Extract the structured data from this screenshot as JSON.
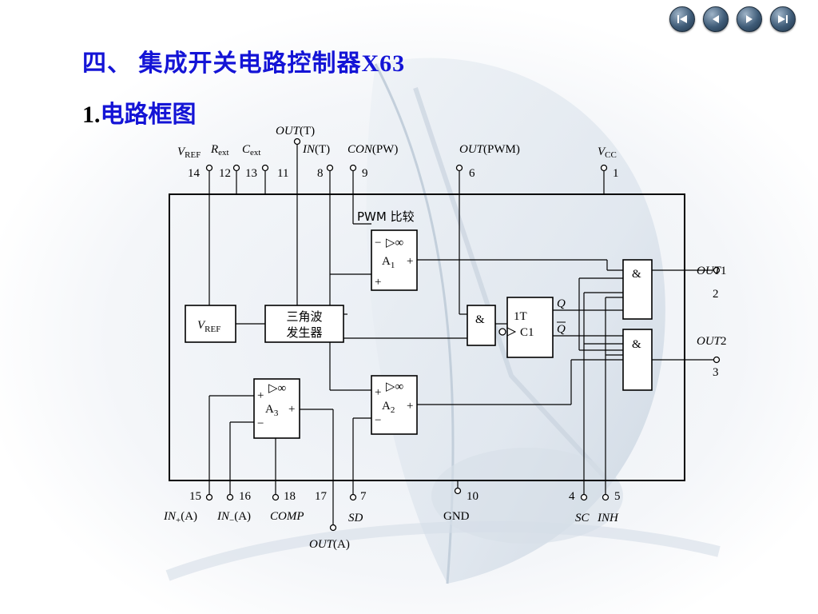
{
  "slide": {
    "title": "四、 集成开关电路控制器X63",
    "subtitle_num": "1.",
    "subtitle_text": "电路框图"
  },
  "nav": {
    "buttons": [
      "first-icon",
      "prev-icon",
      "next-icon",
      "last-icon"
    ]
  },
  "diagram": {
    "pins_top": {
      "p14": "14",
      "p12": "12",
      "p13": "13",
      "p11": "11",
      "p8": "8",
      "p9": "9",
      "p6": "6",
      "p1": "1",
      "vref_main": "V",
      "vref_sub": "REF",
      "rext_main": "R",
      "rext_sub": "ext",
      "cext_main": "C",
      "cext_sub": "ext",
      "outt_it": "OUT",
      "outt_rest": "(T)",
      "int_it": "IN",
      "int_rest": "(T)",
      "con_it": "CON",
      "con_rest": "(PW)",
      "outpwm_it": "OUT",
      "outpwm_rest": "(PWM)",
      "vcc_main": "V",
      "vcc_sub": "CC"
    },
    "pins_bottom": {
      "p15": "15",
      "p16": "16",
      "p18": "18",
      "p17": "17",
      "p7": "7",
      "p10": "10",
      "p4": "4",
      "p5": "5",
      "inp_it": "IN",
      "inp_sub": "+",
      "inp_rest": "(A)",
      "inm_it": "IN",
      "inm_sub": "−",
      "inm_rest": "(A)",
      "comp": "COMP",
      "sd": "SD",
      "gnd": "GND",
      "sc": "SC",
      "inh": "INH",
      "outa_it": "OUT",
      "outa_rest": "(A)"
    },
    "pins_right": {
      "out1_it": "OUT",
      "out1_n": "1",
      "p2": "2",
      "out2_it": "OUT",
      "out2_n": "2",
      "p3": "3"
    },
    "blocks": {
      "pwm_label": "PWM 比较",
      "vref_main": "V",
      "vref_sub": "REF",
      "tri_line1": "三角波",
      "tri_line2": "发生器",
      "opamp_sym": "▷∞",
      "a1_main": "A",
      "a1_sub": "1",
      "a2_main": "A",
      "a2_sub": "2",
      "a3_main": "A",
      "a3_sub": "3",
      "plus": "+",
      "minus": "−",
      "and": "&",
      "ff_1t": "1T",
      "ff_c1": "C1",
      "q": "Q",
      "qbar": "Q"
    }
  }
}
